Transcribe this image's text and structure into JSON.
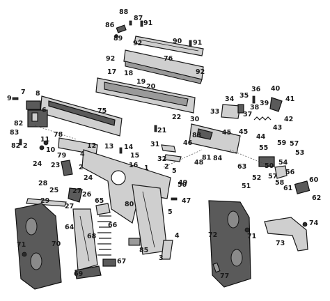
{
  "labels": {
    "1": "1",
    "2": "2",
    "3": "3",
    "4": "4",
    "5": "5",
    "6": "6",
    "7": "7",
    "8": "8",
    "9": "9",
    "10": "10",
    "11": "11",
    "12": "12",
    "13": "13",
    "14": "14",
    "15": "15",
    "16": "16",
    "17": "17",
    "18": "18",
    "19": "19",
    "20": "20",
    "21": "21",
    "22": "22",
    "23": "23",
    "24": "24",
    "25": "25",
    "26": "26",
    "27": "27",
    "28": "28",
    "29": "29",
    "30": "30",
    "31": "31",
    "32": "32",
    "33": "33",
    "34": "34",
    "35": "35",
    "36": "36",
    "37": "37",
    "38": "38",
    "39": "39",
    "40": "40",
    "41": "41",
    "42": "42",
    "43": "43",
    "44": "44",
    "45": "45",
    "46": "46",
    "47": "47",
    "48": "48",
    "49": "49",
    "50": "50",
    "51": "51",
    "52": "52",
    "53": "53",
    "54": "54",
    "55": "55",
    "56": "56",
    "57": "57",
    "58": "58",
    "59": "59",
    "60": "60",
    "61": "61",
    "62": "62",
    "63": "63",
    "64": "64",
    "65": "65",
    "66": "66",
    "67": "67",
    "68": "68",
    "69": "69",
    "70": "70",
    "71": "71",
    "72": "72",
    "73": "73",
    "74": "74",
    "75": "75",
    "76": "76",
    "77": "77",
    "78": "78",
    "79": "79",
    "80": "80",
    "81": "81",
    "82": "82",
    "83": "83",
    "84": "84",
    "85": "85",
    "86": "86",
    "87": "87",
    "88": "88",
    "89": "89",
    "90": "90",
    "91": "91",
    "92": "92"
  }
}
